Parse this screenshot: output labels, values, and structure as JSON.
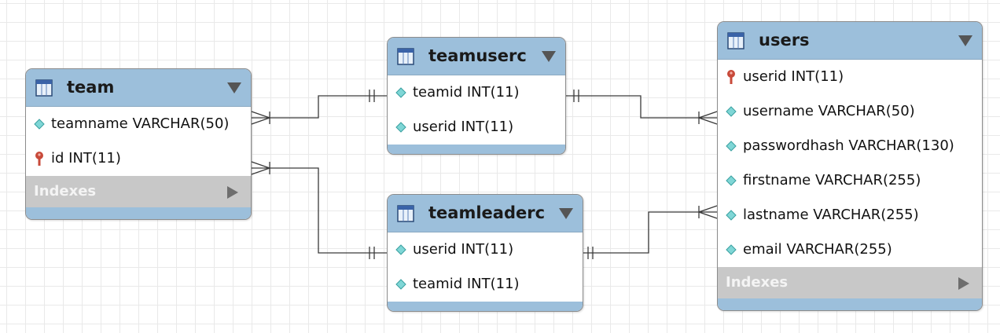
{
  "diagram": {
    "entities": [
      {
        "id": "team",
        "name": "team",
        "columns": [
          {
            "text": "teamname VARCHAR(50)",
            "icon": "column-icon"
          },
          {
            "text": "id INT(11)",
            "icon": "primary-key-icon"
          }
        ],
        "indexes_label": "Indexes"
      },
      {
        "id": "teamuserc",
        "name": "teamuserc",
        "columns": [
          {
            "text": "teamid INT(11)",
            "icon": "column-icon"
          },
          {
            "text": "userid INT(11)",
            "icon": "column-icon"
          }
        ]
      },
      {
        "id": "teamleaderc",
        "name": "teamleaderc",
        "columns": [
          {
            "text": "userid INT(11)",
            "icon": "column-icon"
          },
          {
            "text": "teamid INT(11)",
            "icon": "column-icon"
          }
        ]
      },
      {
        "id": "users",
        "name": "users",
        "columns": [
          {
            "text": "userid INT(11)",
            "icon": "primary-key-icon"
          },
          {
            "text": "username VARCHAR(50)",
            "icon": "column-icon"
          },
          {
            "text": "passwordhash VARCHAR(130)",
            "icon": "column-icon"
          },
          {
            "text": "firstname VARCHAR(255)",
            "icon": "column-icon"
          },
          {
            "text": "lastname VARCHAR(255)",
            "icon": "column-icon"
          },
          {
            "text": "email VARCHAR(255)",
            "icon": "column-icon"
          }
        ],
        "indexes_label": "Indexes"
      }
    ],
    "relationships": [
      {
        "from": "team",
        "to": "teamuserc",
        "from_end": "many",
        "to_end": "one"
      },
      {
        "from": "team",
        "to": "teamleaderc",
        "from_end": "many",
        "to_end": "one"
      },
      {
        "from": "teamuserc",
        "to": "users",
        "from_end": "one",
        "to_end": "many"
      },
      {
        "from": "teamleaderc",
        "to": "users",
        "from_end": "one",
        "to_end": "many"
      }
    ],
    "colors": {
      "header": "#9cbfdb",
      "indexes_bar": "#c8c8c8",
      "connector": "#3a3a3a",
      "column_icon": "#7fd6d6",
      "key_icon": "#c84a3a"
    }
  }
}
